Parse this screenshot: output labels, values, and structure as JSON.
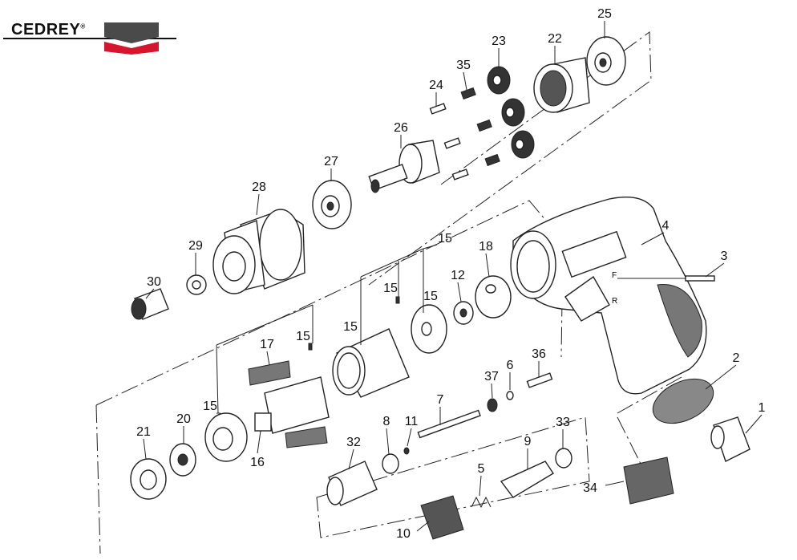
{
  "brand": {
    "name": "CEDREY",
    "mark": "®",
    "colors": {
      "dark": "#4a4a4a",
      "red": "#d6162c"
    }
  },
  "labels": [
    "25",
    "23",
    "22",
    "35",
    "24",
    "26",
    "27",
    "28",
    "4",
    "3",
    "15",
    "18",
    "29",
    "30",
    "12",
    "15",
    "15",
    "15",
    "15",
    "17",
    "2",
    "36",
    "37",
    "6",
    "7",
    "1",
    "21",
    "20",
    "15",
    "16",
    "8",
    "11",
    "32",
    "9",
    "33",
    "5",
    "34",
    "10"
  ],
  "handle_marks": {
    "forward": "F",
    "reverse": "R"
  }
}
